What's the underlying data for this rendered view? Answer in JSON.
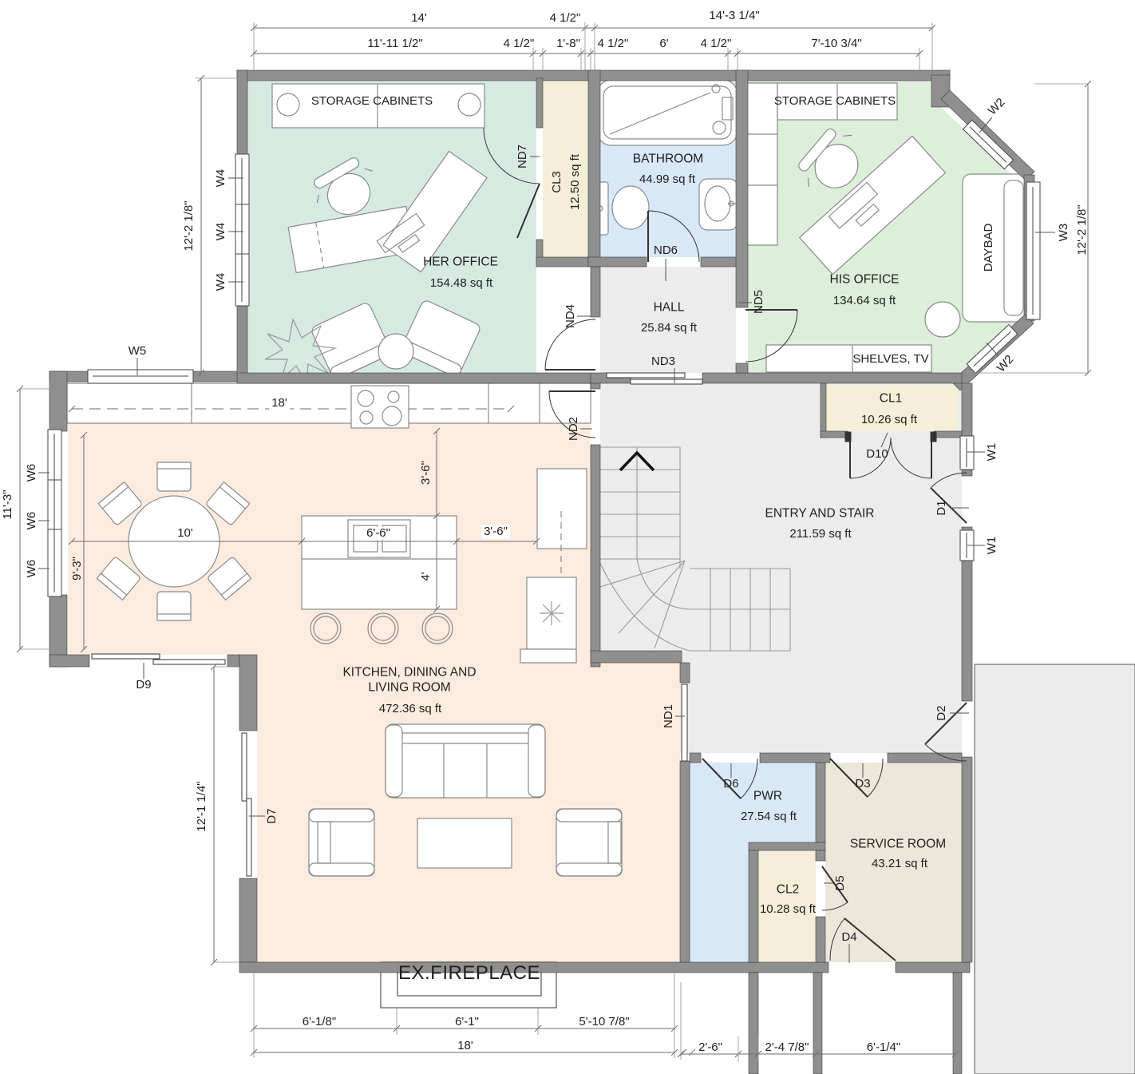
{
  "colors": {
    "her_office": "#d7eae2",
    "his_office": "#ddeeda",
    "bathroom": "#d9e8f6",
    "hall_entry": "#ececec",
    "kitchen": "#fcecdf",
    "closet": "#f5eed8",
    "pwr": "#d9e8f6",
    "service": "#eae7db",
    "adjacent": "#ececec",
    "wall": "#8f8f8f"
  },
  "rooms": {
    "her_office": {
      "name": "HER OFFICE",
      "area": "154.48 sq ft"
    },
    "cl3": {
      "name": "CL3",
      "area": "12.50 sq ft"
    },
    "bathroom": {
      "name": "BATHROOM",
      "area": "44.99 sq ft"
    },
    "his_office": {
      "name": "HIS OFFICE",
      "area": "134.64 sq ft"
    },
    "hall": {
      "name": "HALL",
      "area": "25.84 sq ft"
    },
    "cl1": {
      "name": "CL1",
      "area": "10.26 sq ft"
    },
    "entry": {
      "name": "ENTRY AND STAIR",
      "area": "211.59 sq ft"
    },
    "kitchen": {
      "name_line1": "KITCHEN, DINING AND",
      "name_line2": "LIVING ROOM",
      "area": "472.36 sq ft"
    },
    "pwr": {
      "name": "PWR",
      "area": "27.54 sq ft"
    },
    "service": {
      "name": "SERVICE ROOM",
      "area": "43.21 sq ft"
    },
    "cl2": {
      "name": "CL2",
      "area": "10.28 sq ft"
    }
  },
  "fixtures": {
    "storage_cabinets": "STORAGE CABINETS",
    "shelves_tv": "SHELVES, TV",
    "daybed": "DAYBAD",
    "fireplace": "EX.FIREPLACE"
  },
  "windows": {
    "w1": "W1",
    "w2": "W2",
    "w3": "W3",
    "w4": "W4",
    "w5": "W5",
    "w6": "W6"
  },
  "doors": {
    "nd1": "ND1",
    "nd2": "ND2",
    "nd3": "ND3",
    "nd4": "ND4",
    "nd5": "ND5",
    "nd6": "ND6",
    "nd7": "ND7",
    "d1": "D1",
    "d2": "D2",
    "d3": "D3",
    "d4": "D4",
    "d5": "D5",
    "d6": "D6",
    "d7": "D7",
    "d9": "D9",
    "d10": "D10"
  },
  "dims": {
    "top_row1": [
      "14'",
      "4 1/2\"",
      "14'-3 1/4\""
    ],
    "top_row2": [
      "11'-11 1/2\"",
      "4 1/2\"",
      "1'-8\"",
      "4 1/2\"",
      "6'",
      "4 1/2\"",
      "7'-10 3/4\""
    ],
    "left_offices": "12'-2 1/8\"",
    "left_kitchen": "11'-3\"",
    "kitchen_depth": "9'-3\"",
    "left_lower": "12'-1 1/4\"",
    "right_offices": "12'-2 1/8\"",
    "bottom_row1": [
      "6'-1/8\"",
      "6'-1\"",
      "5'-10 7/8\""
    ],
    "bottom_total": "18'",
    "bottom_right": [
      "2'-6\"",
      "2'-4 7/8\"",
      "6'-1/4\""
    ],
    "counter_run": "18'",
    "dining_width": "10'",
    "island_width": "6'-6\"",
    "island_offset": "3'-6\"",
    "counter_clearance": "3'-6\"",
    "island_depth": "4'"
  }
}
